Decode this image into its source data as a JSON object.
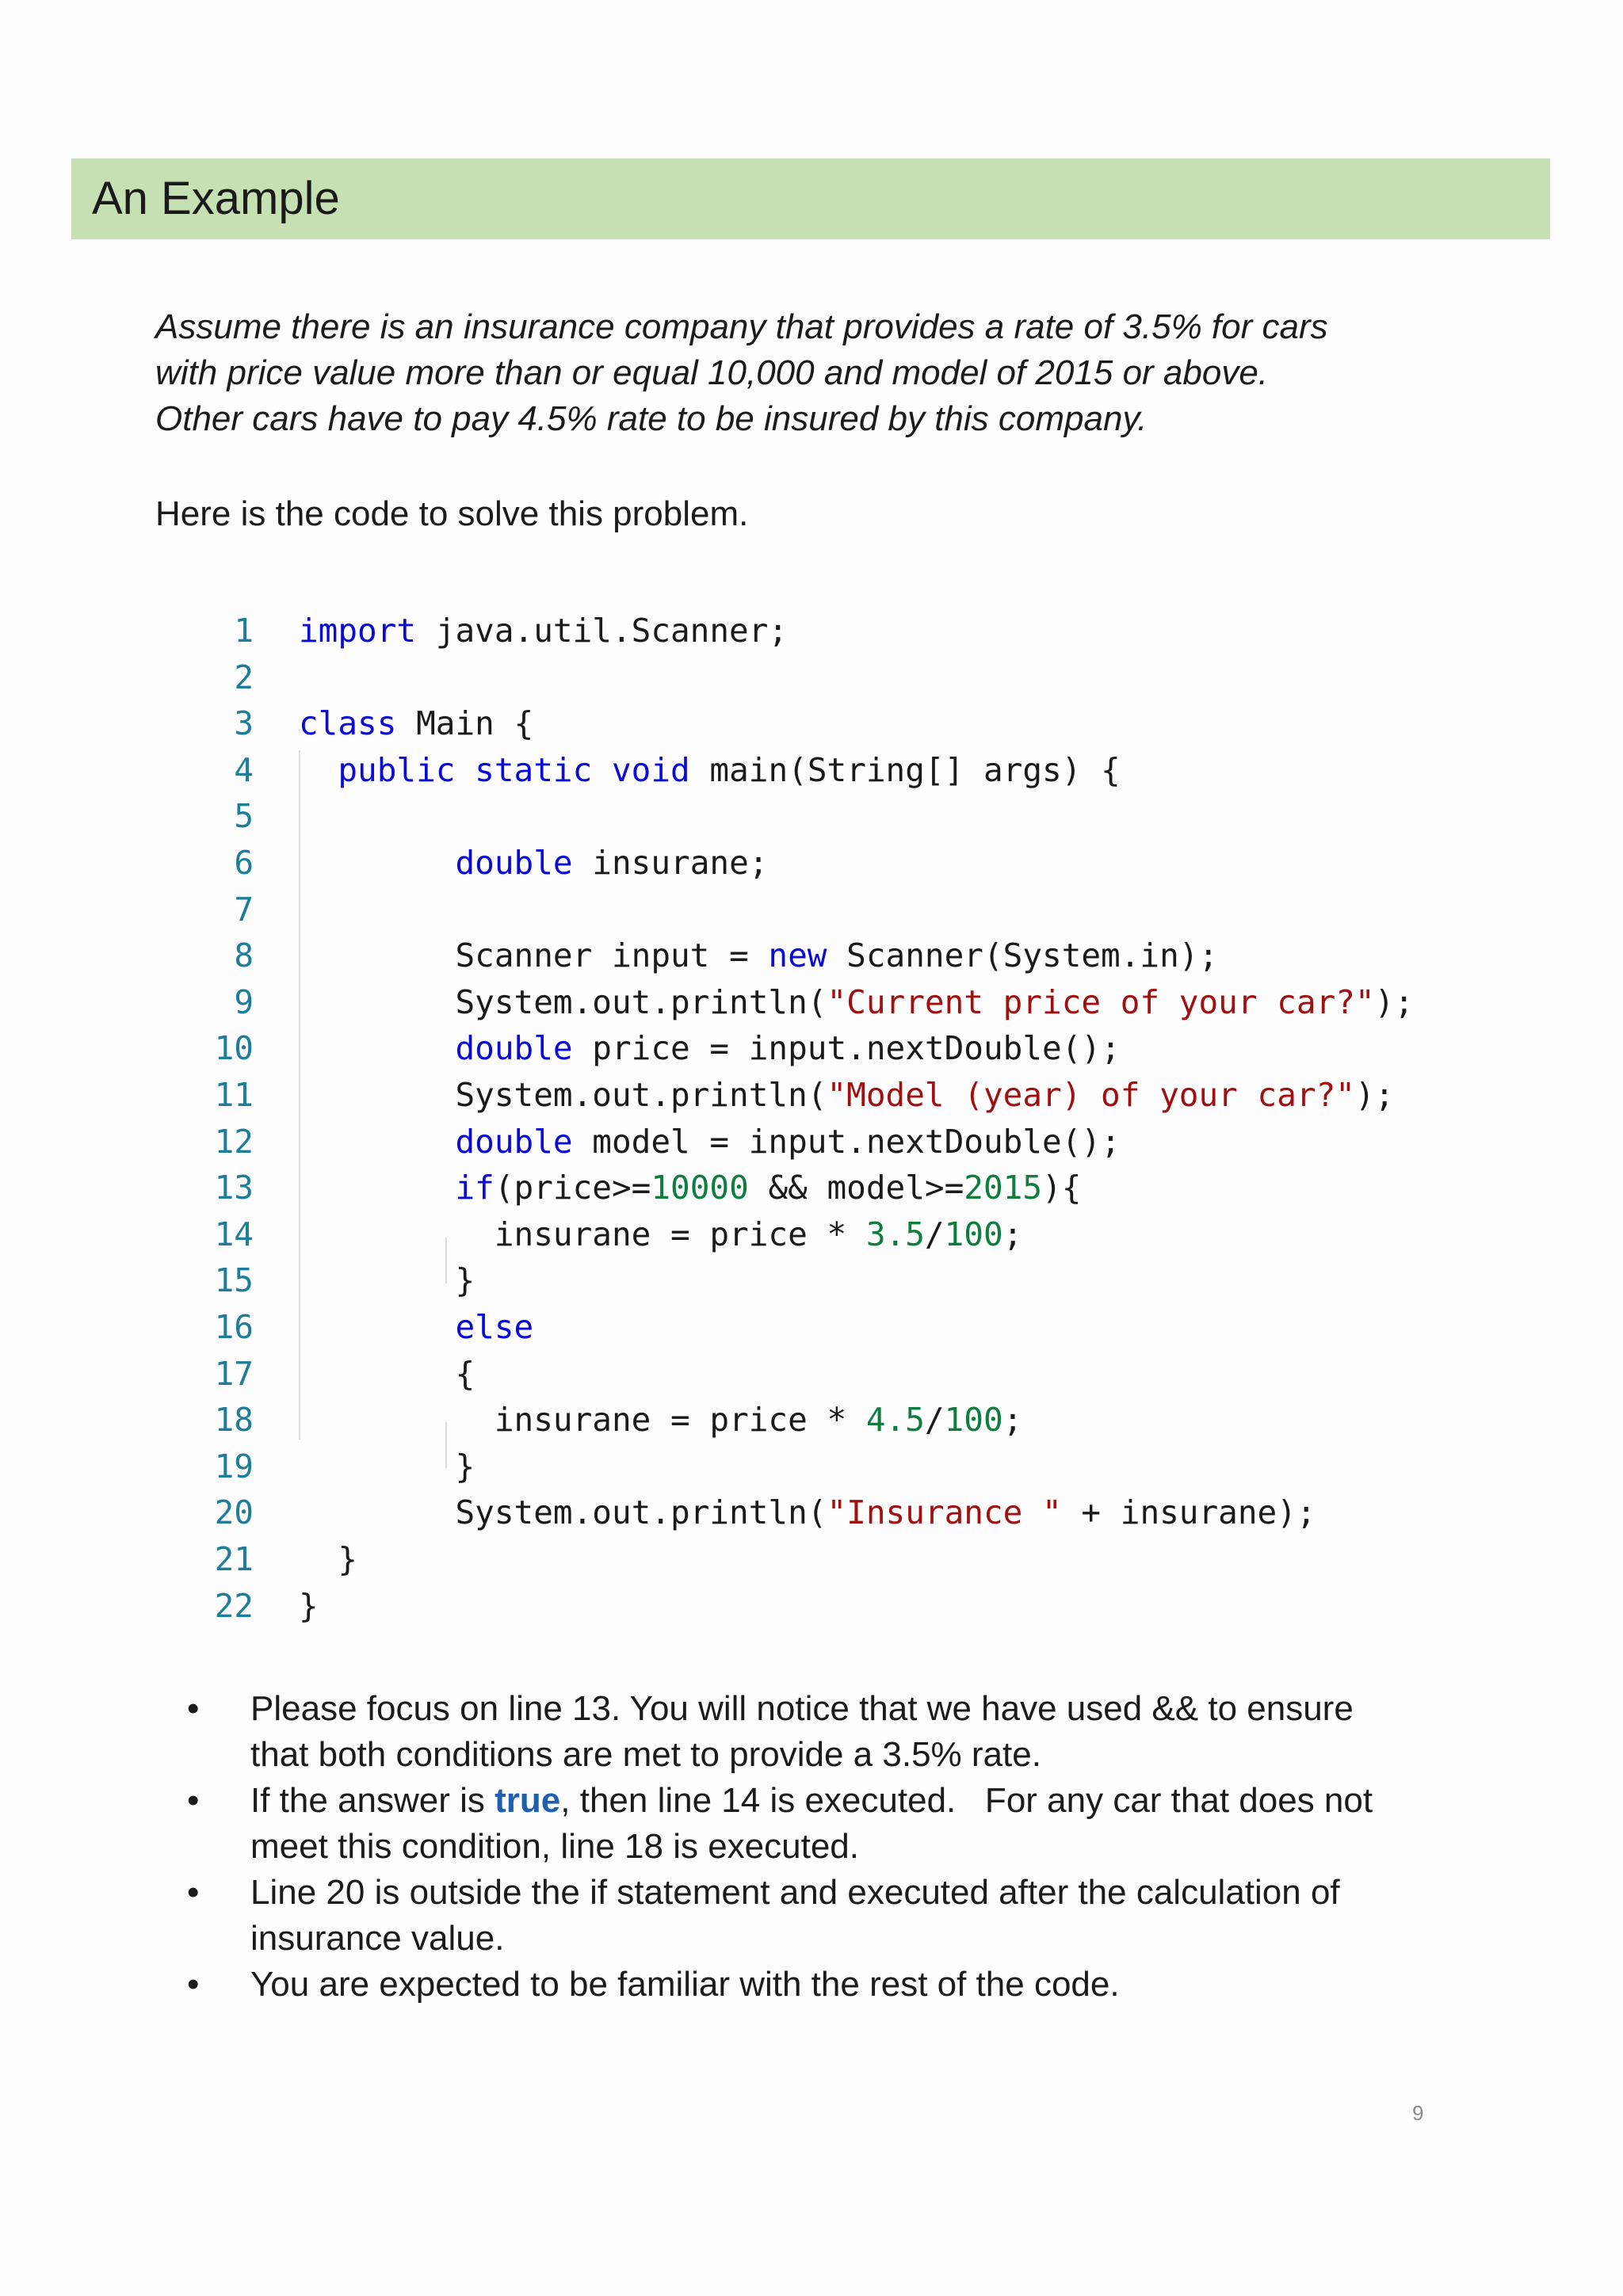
{
  "slide": {
    "title": "An Example",
    "intro_lines": [
      "Assume there is an insurance company that provides a rate of 3.5% for cars",
      "with price value more than or equal 10,000 and model of 2015 or above.",
      "Other cars have to pay 4.5% rate to be insured by this company."
    ],
    "lead": "Here is the code to solve this problem.",
    "page_number": "9"
  },
  "code": {
    "language": "java",
    "lines": [
      "import java.util.Scanner;",
      "",
      "class Main {",
      "  public static void main(String[] args) {",
      "",
      "        double insurane;",
      "",
      "        Scanner input = new Scanner(System.in);",
      "        System.out.println(\"Current price of your car?\");",
      "        double price = input.nextDouble();",
      "        System.out.println(\"Model (year) of your car?\");",
      "        double model = input.nextDouble();",
      "        if(price>=10000 && model>=2015){",
      "          insurane = price * 3.5/100;",
      "        }",
      "        else",
      "        {",
      "          insurane = price * 4.5/100;",
      "        }",
      "        System.out.println(\"Insurance \" + insurane);",
      "  }",
      "}"
    ]
  },
  "bullets": [
    {
      "lines": [
        "Please focus on line 13.  You will notice that we have used && to ensure",
        "that both conditions are met to provide a 3.5% rate."
      ]
    },
    {
      "line1_before": "If the answer is ",
      "line1_highlight": "true",
      "line1_after": ", then line 14 is executed.   For any car that does not",
      "line2": "meet this condition, line 18 is executed."
    },
    {
      "lines": [
        "Line 20 is outside the if statement and executed after the calculation of",
        "insurance value."
      ]
    },
    {
      "lines": [
        "You are expected to be familiar with the rest of the code."
      ]
    }
  ],
  "colors": {
    "title_bar": "#c6e0b4",
    "keyword": "#0a0ad6",
    "string": "#a01010",
    "number": "#0f7d3e",
    "line_number": "#1d7d9a",
    "highlight_true": "#1f5fae"
  }
}
